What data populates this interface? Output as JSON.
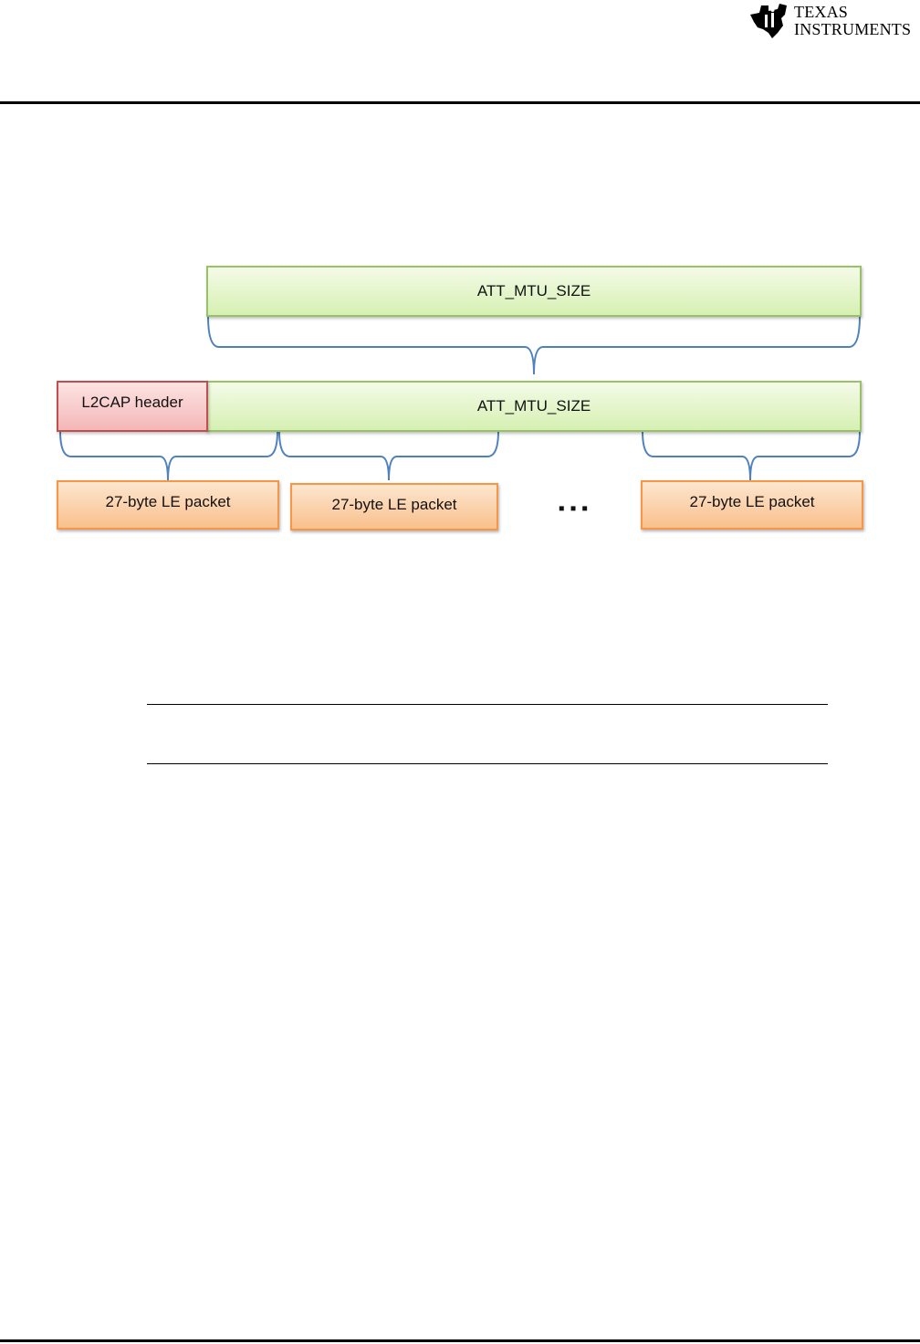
{
  "header": {
    "logo": {
      "icon": "texas-instruments-logo-icon",
      "line1": "TEXAS",
      "line2": "INSTRUMENTS"
    }
  },
  "diagram": {
    "att_mtu_top": "ATT_MTU_SIZE",
    "l2cap_header": "L2CAP header",
    "att_mtu_bottom": "ATT_MTU_SIZE",
    "packets": [
      "27-byte LE packet",
      "27-byte LE packet",
      "27-byte LE packet"
    ],
    "ellipsis": "▪  ▪  ▪",
    "colors": {
      "att_fill": "#d6f0b2",
      "att_border": "#9bc06a",
      "l2cap_fill": "#f4b7b7",
      "l2cap_border": "#c0504d",
      "packet_fill": "#f9c08c",
      "packet_border": "#f79646",
      "brace": "#4f81bd"
    }
  }
}
